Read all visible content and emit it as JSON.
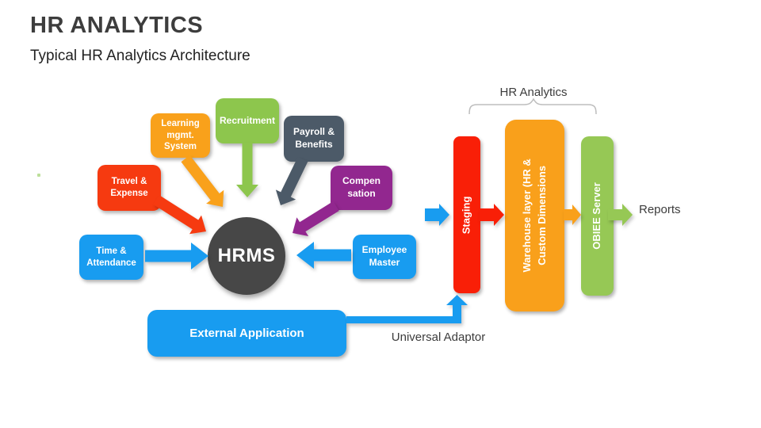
{
  "header": {
    "title": "HR ANALYTICS",
    "subtitle": "Typical HR Analytics Architecture"
  },
  "diagram": {
    "hub": {
      "label": "HRMS",
      "color": "#474747"
    },
    "boxes": {
      "travel": {
        "lines": [
          "Travel &",
          "Expense"
        ],
        "color": "#f63a10"
      },
      "learning": {
        "lines": [
          "Learning",
          "mgmt.",
          "System"
        ],
        "color": "#f9a11b"
      },
      "recruitment": {
        "label": "Recruitment",
        "color": "#8dc64d"
      },
      "payroll": {
        "lines": [
          "Payroll &",
          "Benefits"
        ],
        "color": "#4c5a68"
      },
      "compensation": {
        "lines": [
          "Compen",
          "sation"
        ],
        "color": "#92278f"
      },
      "time": {
        "lines": [
          "Time &",
          "Attendance"
        ],
        "color": "#189cf0"
      },
      "employee": {
        "lines": [
          "Employee",
          "Master"
        ],
        "color": "#189cf0"
      },
      "external": {
        "label": "External Application",
        "color": "#189cf0"
      }
    },
    "pipeline": {
      "staging": {
        "label": "Staging",
        "color": "#f91f07"
      },
      "warehouse": {
        "lines": [
          "Warehouse layer (HR &",
          "Custom Dimensions"
        ],
        "color": "#f9a01b"
      },
      "obiee": {
        "label": "OBIEE Server",
        "color": "#96c855"
      }
    },
    "annotations": {
      "group_label": "HR Analytics",
      "reports": "Reports",
      "universal_adaptor": "Universal Adaptor"
    },
    "connections": [
      {
        "from": "Travel & Expense",
        "to": "HRMS"
      },
      {
        "from": "Learning mgmt. System",
        "to": "HRMS"
      },
      {
        "from": "Recruitment",
        "to": "HRMS"
      },
      {
        "from": "Payroll & Benefits",
        "to": "HRMS"
      },
      {
        "from": "Compensation",
        "to": "HRMS"
      },
      {
        "from": "Time & Attendance",
        "to": "HRMS"
      },
      {
        "from": "Employee Master",
        "to": "HRMS"
      },
      {
        "from": "HRMS",
        "to": "Staging"
      },
      {
        "from": "Staging",
        "to": "Warehouse layer (HR & Custom Dimensions"
      },
      {
        "from": "Warehouse layer (HR & Custom Dimensions",
        "to": "OBIEE Server"
      },
      {
        "from": "OBIEE Server",
        "to": "Reports"
      },
      {
        "from": "External Application",
        "to": "Staging",
        "via": "Universal Adaptor"
      }
    ]
  }
}
